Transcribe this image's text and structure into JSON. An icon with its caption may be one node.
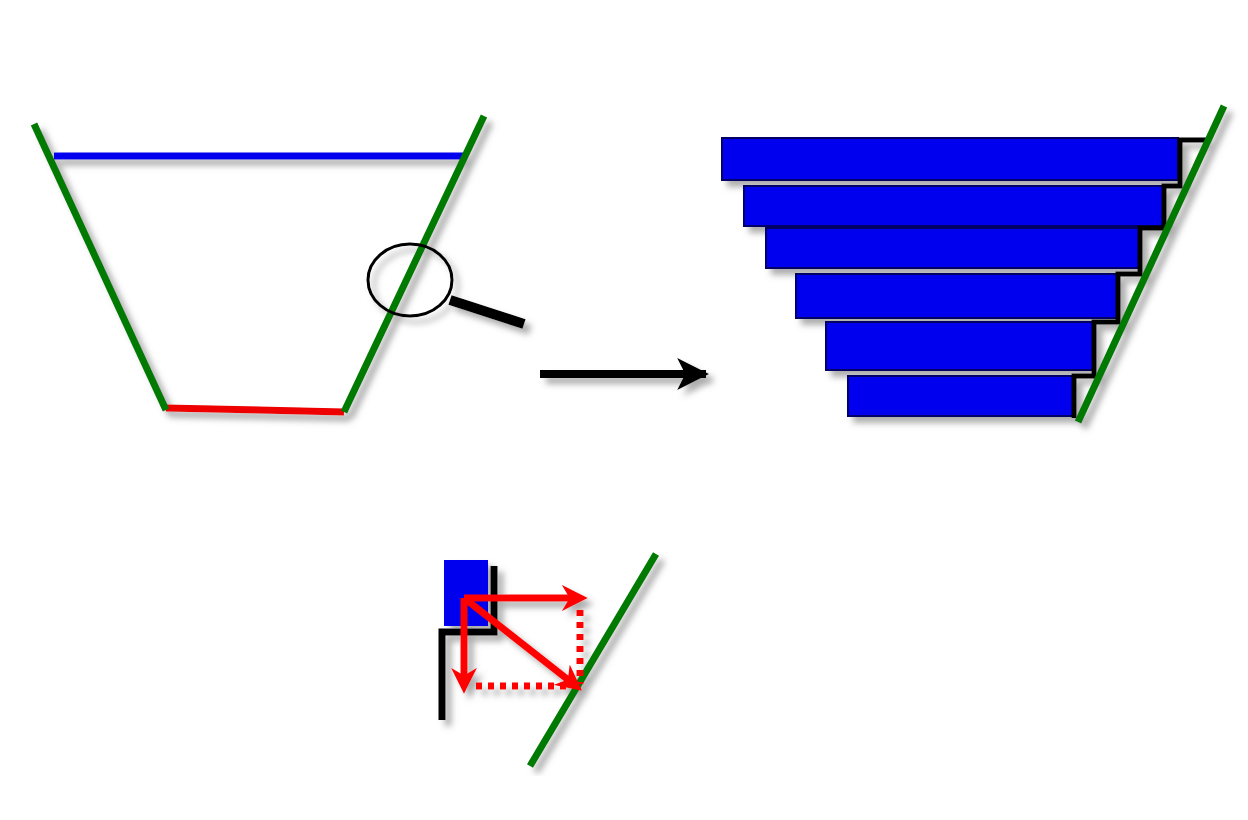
{
  "diagram": {
    "nodes": [
      {
        "text": [],
        "shape": "picture"
      },
      {
        "text": [],
        "shape": "picture"
      },
      {
        "text": [],
        "shape": "picture"
      }
    ],
    "edges": [
      {
        "from": 0,
        "to": 1,
        "arrow": "to"
      }
    ]
  }
}
